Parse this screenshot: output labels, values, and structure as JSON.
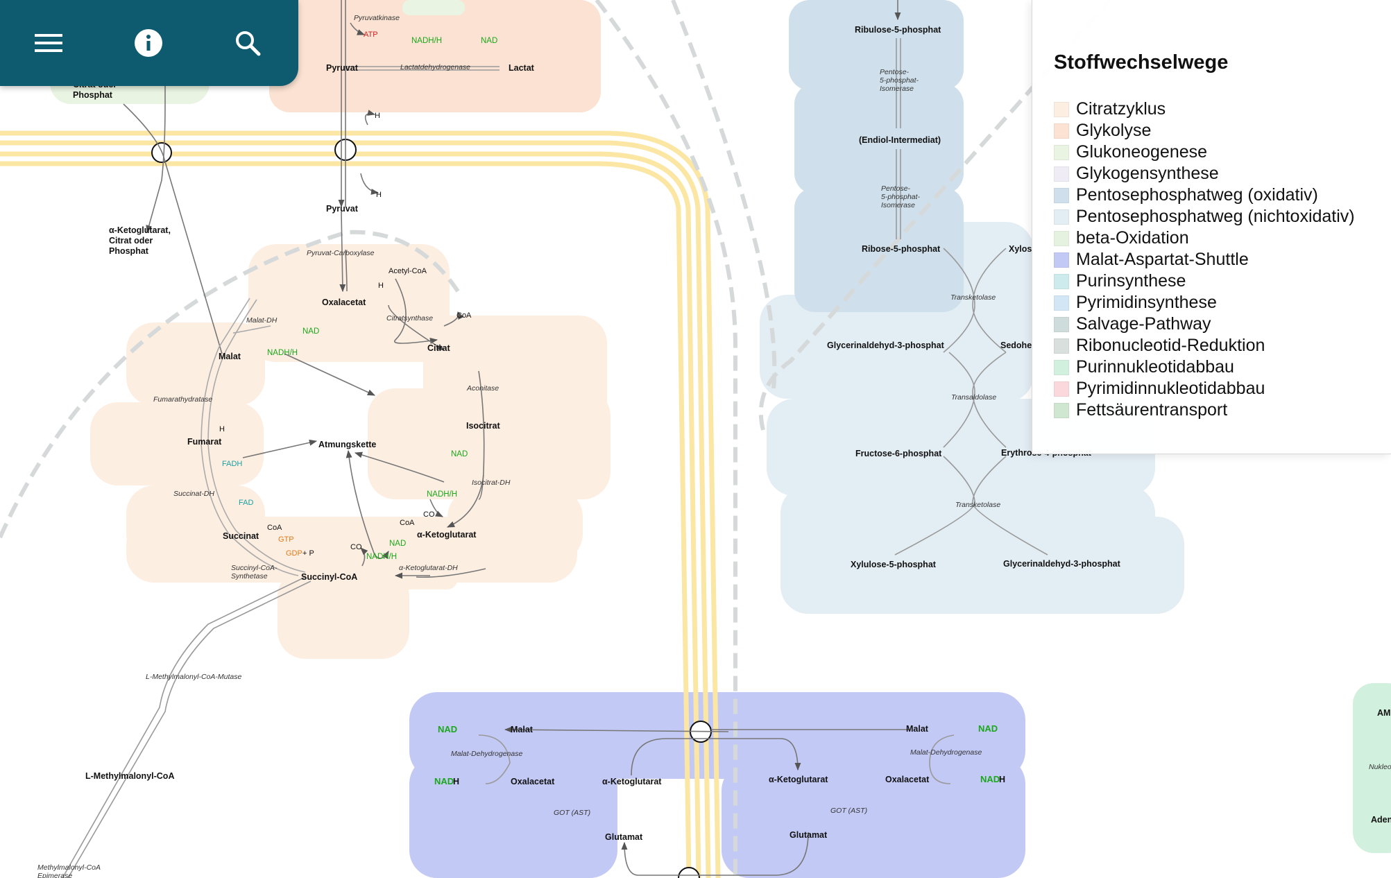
{
  "toolbar": {
    "menu_icon": "menu-icon",
    "info_icon": "info-icon",
    "search_icon": "search-icon"
  },
  "diagram": {
    "top_cut_small": "Citrat oder",
    "top_cut_label": "Phosphat",
    "transport_label": [
      "α-Ketoglutarat,",
      "Citrat oder",
      "Phosphat"
    ],
    "pyruvatkinase": "Pyruvatkinase",
    "atp": "ATP",
    "pyruvat_top": "Pyruvat",
    "ldh": "Lactatdehydrogenase",
    "lactat": "Lactat",
    "nadh_h": "NADH/H",
    "nad": "NAD",
    "h_plus": "H",
    "pyruvat": "Pyruvat",
    "pyruvat_carboxylase": "Pyruvat-Carboxylase",
    "acetyl_coa": "Acetyl-CoA",
    "h2o": "H",
    "oxalacetat": "Oxalacetat",
    "citratsynthase": "Citratsynthase",
    "coa": "CoA",
    "malat_dh": "Malat-DH",
    "citrat": "Citrat",
    "malat": "Malat",
    "aconitase": "Aconitase",
    "fumarathydratase": "Fumarathydratase",
    "atmungskette": "Atmungskette",
    "isocitrat": "Isocitrat",
    "fumarat": "Fumarat",
    "fadh2": "FADH",
    "isocitrat_dh": "Isocitrat-DH",
    "succinat_dh": "Succinat-DH",
    "fad": "FAD",
    "co2": "CO",
    "succinat": "Succinat",
    "gtp": "GTP",
    "gdp": "GDP",
    "plus_p": "+ P",
    "akg": "α-Ketoglutarat",
    "succinyl_coa_synthetase": [
      "Succinyl-CoA-",
      "Synthetase"
    ],
    "akg_dh": "α-Ketoglutarat-DH",
    "succinyl_coa": "Succinyl-CoA",
    "mm_mutase": "L-Methylmalonyl-CoA-Mutase",
    "l_methylmalonyl": "L-Methylmalonyl-CoA",
    "mm_epimerase": [
      "Methylmalonyl-CoA",
      "Epimerase"
    ],
    "ribulose5p": "Ribulose-5-phosphat",
    "pentose_isomerase": [
      "Pentose-",
      "5-phosphat-",
      "Isomerase"
    ],
    "endiol": "(Endiol-Intermediat)",
    "ribose5p": "Ribose-5-phosphat",
    "xylos_cut": "Xylos",
    "transketolase": "Transketolase",
    "transaldolase": "Transaldolase",
    "ga3p": "Glycerinaldehyd-3-phosphat",
    "sedo_cut": "Sedohe",
    "f6p": "Fructose-6-phosphat",
    "erythrose_cut": "Erythrose-4-phosphat",
    "xylulose5p": "Xylulose-5-phosphat",
    "ga3p_2": "Glycerinaldehyd-3-phosphat",
    "mas": {
      "nad_plus": "NAD",
      "nadh": "NAD",
      "h_suffix": "H",
      "malat": "Malat",
      "mdh": "Malat-Dehydrogenase",
      "oxalacetat": "Oxalacetat",
      "akg": "α-Ketoglutarat",
      "got": "GOT (AST)",
      "glutamat": "Glutamat"
    },
    "right_cut": [
      "AM",
      "Nukleo",
      "Aden"
    ]
  },
  "legend": {
    "title": "Stoffwechselwege",
    "items": [
      {
        "label": "Citratzyklus",
        "color": "#fdeee2"
      },
      {
        "label": "Glykolyse",
        "color": "#fbe2d2"
      },
      {
        "label": "Glukoneogenese",
        "color": "#eaf4e2"
      },
      {
        "label": "Glykogensynthese",
        "color": "#efecf6"
      },
      {
        "label": "Pentosephosphatweg (oxidativ)",
        "color": "#cfe0ec"
      },
      {
        "label": "Pentosephosphatweg (nichtoxidativ)",
        "color": "#e3edf4"
      },
      {
        "label": "beta-Oxidation",
        "color": "#e6f2e0"
      },
      {
        "label": "Malat-Aspartat-Shuttle",
        "color": "#c3c9f5"
      },
      {
        "label": "Purinsynthese",
        "color": "#cdebec"
      },
      {
        "label": "Pyrimidinsynthese",
        "color": "#d2e6f6"
      },
      {
        "label": "Salvage-Pathway",
        "color": "#cfdcdc"
      },
      {
        "label": "Ribonucleotid-Reduktion",
        "color": "#d8dfdc"
      },
      {
        "label": "Purinnukleotidabbau",
        "color": "#d2f0de"
      },
      {
        "label": "Pyrimidinnukleotidabbau",
        "color": "#fbd8dc"
      },
      {
        "label": "Fettsäurentransport",
        "color": "#cfe6d0"
      }
    ]
  }
}
